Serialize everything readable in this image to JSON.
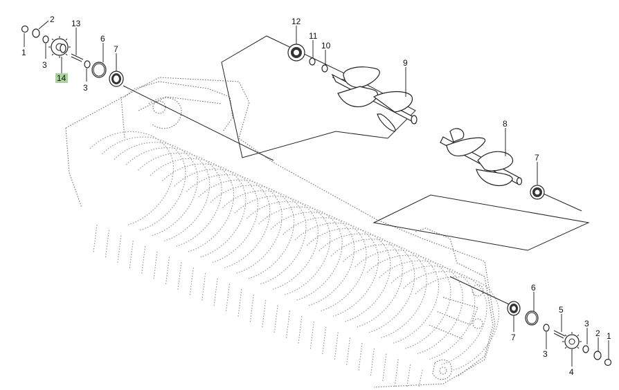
{
  "diagram": {
    "highlight_color": "#a9d39a",
    "line_color": "#111111",
    "parts": {
      "p1a": "1",
      "p2a": "2",
      "p3a": "3",
      "p3b": "3",
      "p13": "13",
      "p14": "14",
      "p6a": "6",
      "p7a": "7",
      "p12": "12",
      "p11": "11",
      "p10": "10",
      "p9": "9",
      "p8": "8",
      "p7b": "7",
      "p6b": "6",
      "p5": "5",
      "p7c": "7",
      "p3c": "3",
      "p3d": "3",
      "p4": "4",
      "p2b": "2",
      "p1b": "1"
    }
  }
}
